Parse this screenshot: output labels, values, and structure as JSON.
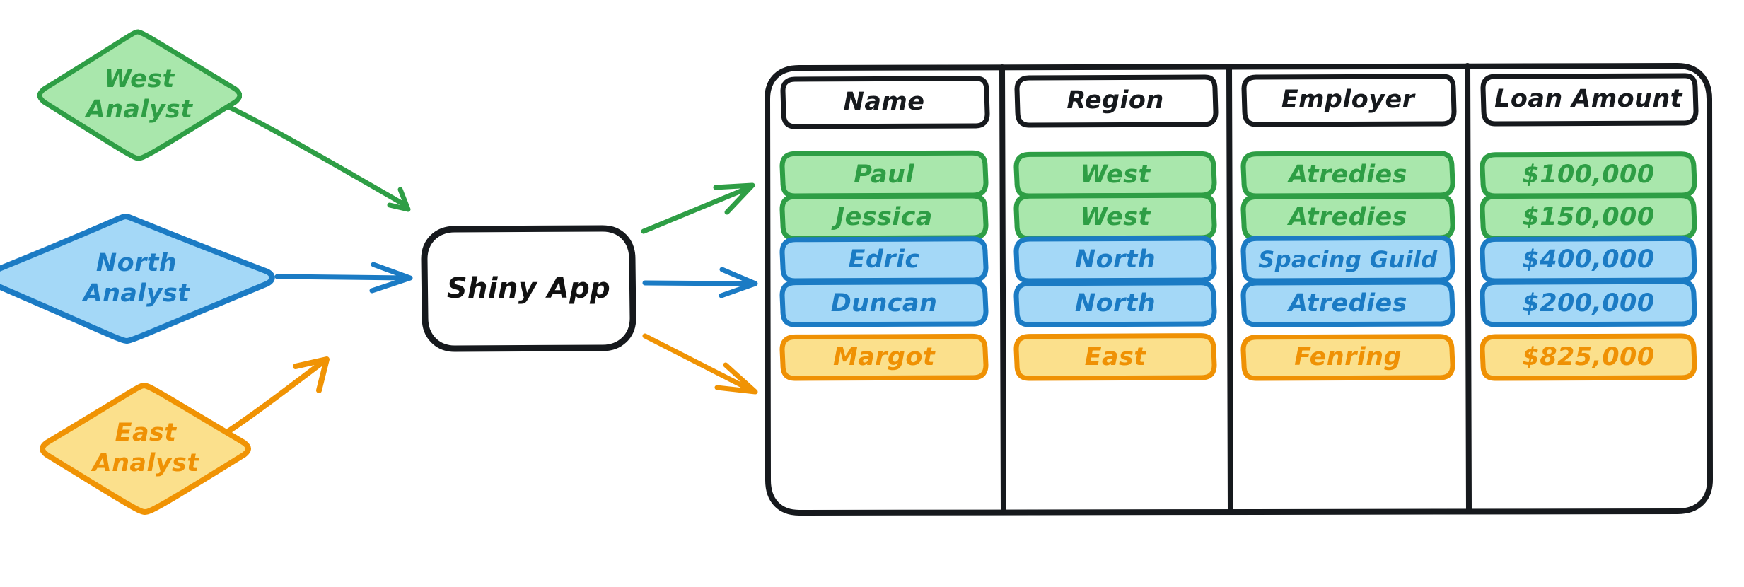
{
  "diagram": {
    "title": "Shiny App regional loan table flow",
    "palette": {
      "green_fill": "#a9e7ac",
      "green_stroke": "#2e9e45",
      "blue_fill": "#a4d8f7",
      "blue_stroke": "#1b7bc4",
      "orange_fill": "#fbe08c",
      "orange_stroke": "#ef9104",
      "black": "#16191d",
      "background": "#ffffff"
    }
  },
  "inputs": [
    {
      "id": "west",
      "line1": "West",
      "line2": "Analyst",
      "color": "green",
      "shape": "diamond"
    },
    {
      "id": "north",
      "line1": "North",
      "line2": "Analyst",
      "color": "blue",
      "shape": "diamond"
    },
    {
      "id": "east",
      "line1": "East",
      "line2": "Analyst",
      "color": "orange",
      "shape": "diamond"
    }
  ],
  "process": {
    "id": "shiny-app",
    "label": "Shiny App",
    "shape": "rounded-rectangle",
    "color": "black"
  },
  "arrows": [
    {
      "id": "west-to-app",
      "from": "west",
      "to": "shiny-app",
      "color": "green"
    },
    {
      "id": "north-to-app",
      "from": "north",
      "to": "shiny-app",
      "color": "blue"
    },
    {
      "id": "east-to-app",
      "from": "east",
      "to": "shiny-app",
      "color": "orange"
    },
    {
      "id": "app-to-green-rows",
      "from": "shiny-app",
      "to": "table",
      "color": "green"
    },
    {
      "id": "app-to-blue-rows",
      "from": "shiny-app",
      "to": "table",
      "color": "blue"
    },
    {
      "id": "app-to-orange-rows",
      "from": "shiny-app",
      "to": "table",
      "color": "orange"
    }
  ],
  "table": {
    "columns": [
      "Name",
      "Region",
      "Employer",
      "Loan Amount"
    ],
    "rows": [
      {
        "color": "green",
        "cells": [
          "Paul",
          "West",
          "Atredies",
          "$100,000"
        ]
      },
      {
        "color": "green",
        "cells": [
          "Jessica",
          "West",
          "Atredies",
          "$150,000"
        ]
      },
      {
        "color": "blue",
        "cells": [
          "Edric",
          "North",
          "Spacing Guild",
          "$400,000"
        ]
      },
      {
        "color": "blue",
        "cells": [
          "Duncan",
          "North",
          "Atredies",
          "$200,000"
        ]
      },
      {
        "color": "orange",
        "cells": [
          "Margot",
          "East",
          "Fenring",
          "$825,000"
        ]
      }
    ]
  }
}
